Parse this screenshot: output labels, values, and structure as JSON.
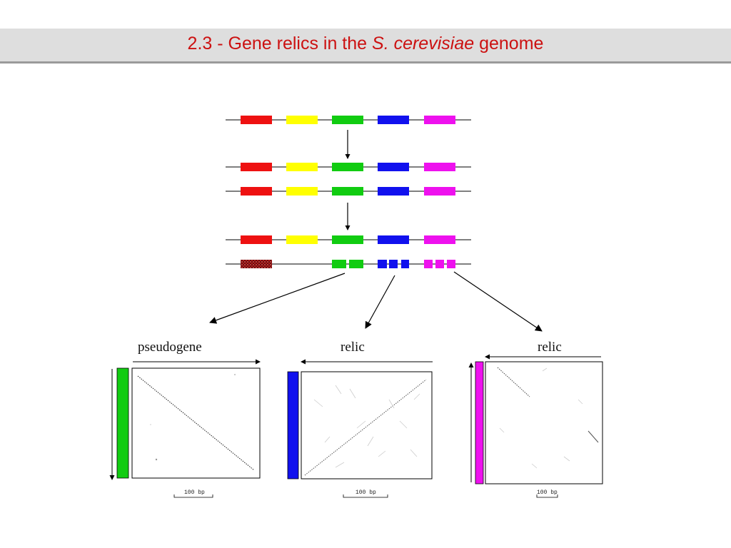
{
  "slide": {
    "title_prefix": "2.3 - Gene relics in the ",
    "title_italic": "S. cerevisiae",
    "title_suffix": " genome"
  },
  "colors": {
    "gene_red": "#ee1111",
    "gene_yellow": "#ffff00",
    "gene_green": "#11cc11",
    "gene_blue": "#1111ee",
    "gene_magenta": "#ee11ee",
    "pseudogene_red": "#881111",
    "title_red": "#cc1111"
  },
  "panels": [
    {
      "label": "pseudogene",
      "scale_label": "100 bp",
      "gene_color": "green"
    },
    {
      "label": "relic",
      "scale_label": "100 bp",
      "gene_color": "blue"
    },
    {
      "label": "relic",
      "scale_label": "100 bp",
      "gene_color": "magenta"
    }
  ]
}
